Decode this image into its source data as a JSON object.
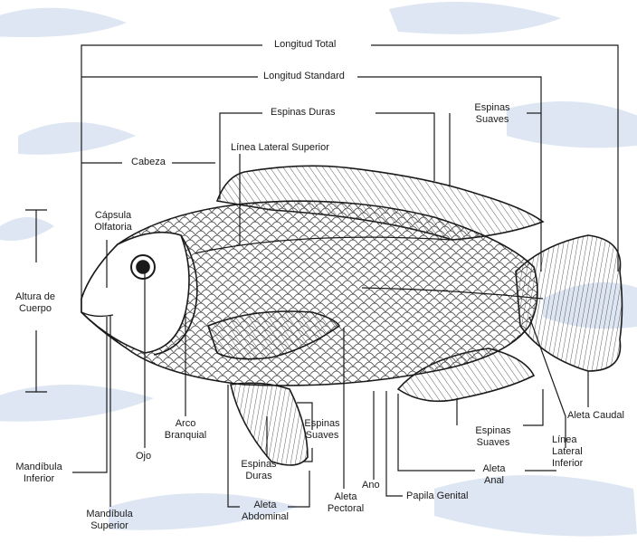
{
  "diagram": {
    "labels": {
      "longitud_total": "Longitud Total",
      "longitud_standard": "Longitud Standard",
      "espinas_duras_top": "Espinas Duras",
      "espinas_suaves_top_1": "Espinas",
      "espinas_suaves_top_2": "Suaves",
      "linea_lateral_superior": "Línea Lateral Superior",
      "cabeza": "Cabeza",
      "capsula_olfatoria_1": "Cápsula",
      "capsula_olfatoria_2": "Olfatoria",
      "altura_cuerpo_1": "Altura de",
      "altura_cuerpo_2": "Cuerpo",
      "arco_branquial_1": "Arco",
      "arco_branquial_2": "Branquial",
      "ojo": "Ojo",
      "mandibula_inferior_1": "Mandíbula",
      "mandibula_inferior_2": "Inferior",
      "mandibula_superior_1": "Mandíbula",
      "mandibula_superior_2": "Superior",
      "espinas_suaves_mid_1": "Espinas",
      "espinas_suaves_mid_2": "Suaves",
      "espinas_duras_bottom_1": "Espinas",
      "espinas_duras_bottom_2": "Duras",
      "aleta_abdominal_1": "Aleta",
      "aleta_abdominal_2": "Abdominal",
      "aleta_pectoral_1": "Aleta",
      "aleta_pectoral_2": "Pectoral",
      "ano": "Ano",
      "papila_genital": "Papila Genital",
      "aleta_anal_1": "Aleta",
      "aleta_anal_2": "Anal",
      "espinas_suaves_bottom_1": "Espinas",
      "espinas_suaves_bottom_2": "Suaves",
      "linea_lateral_inferior_1": "Línea",
      "linea_lateral_inferior_2": "Lateral",
      "linea_lateral_inferior_3": "Inferior",
      "aleta_caudal": "Aleta Caudal"
    },
    "colors": {
      "line": "#1a1a1a",
      "background": "#ffffff",
      "watermark": "#dde6f2"
    }
  }
}
